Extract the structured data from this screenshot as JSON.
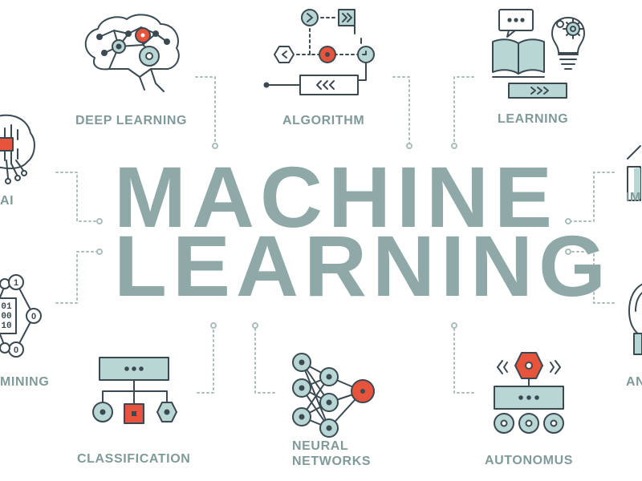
{
  "title": {
    "line1": "MACHINE",
    "line2": "LEARNING"
  },
  "topics": {
    "deep_learning": "DEEP LEARNING",
    "algorithm": "ALGORITHM",
    "learning": "LEARNING",
    "ai": "AI",
    "data_mining": "MINING",
    "classification": "CLASSIFICATION",
    "neural_networks_1": "NEURAL",
    "neural_networks_2": "NETWORKS",
    "autonomus": "AUTONOMUS",
    "right_upper": "IM",
    "right_lower": "AN"
  },
  "data_mining_icon": {
    "binary": [
      "01",
      "00",
      "10"
    ],
    "node_values": [
      "1",
      "0",
      "0"
    ]
  },
  "colors": {
    "stroke": "#3b4a52",
    "teal": "#b8d6d4",
    "accent": "#e8533c",
    "text": "#8fa9a9",
    "label": "#7f9a99",
    "connector": "#a9bdbd"
  }
}
